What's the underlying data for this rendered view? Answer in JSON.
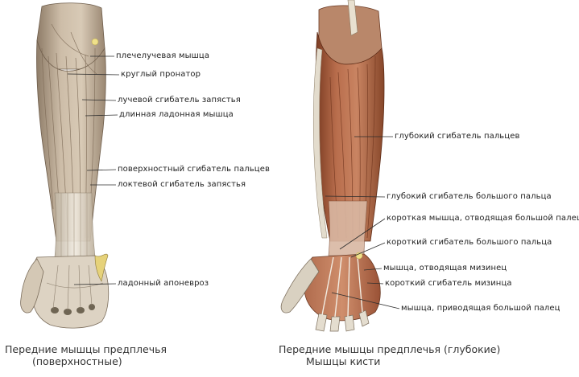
{
  "left_figure": {
    "labels": {
      "brachioradialis": "плечелучевая мышца",
      "pronator_teres": "круглый пронатор",
      "flexor_carpi_radialis": "лучевой сгибатель запястья",
      "palmaris_longus": "длинная ладонная мышца",
      "flexor_digitorum_superficialis": "поверхностный сгибатель пальцев",
      "flexor_carpi_ulnaris": "локтевой сгибатель запястья",
      "palmar_aponeurosis": "ладонный апоневроз"
    },
    "caption_line1": "Передние мышцы предплечья",
    "caption_line2": "(поверхностные)"
  },
  "right_figure": {
    "labels": {
      "flexor_digitorum_profundus": "глубокий сгибатель пальцев",
      "flexor_pollicis_longus": "глубокий сгибатель большого пальца",
      "abductor_pollicis_brevis": "короткая мышца, отводящая большой палец",
      "flexor_pollicis_brevis": "короткий сгибатель большого пальца",
      "abductor_digiti_minimi": "мышца, отводящая мизинец",
      "flexor_digiti_minimi_brevis": "короткий сгибатель мизинца",
      "adductor_pollicis": "мышца, приводящая большой палец"
    },
    "caption_line1": "Передние мышцы предплечья (глубокие)",
    "caption_line2": "Мышцы кисти"
  },
  "colors": {
    "superficial_muscle": "#c9b9a4",
    "superficial_shadow": "#8f7d69",
    "tendon": "#e8e2d6",
    "deep_muscle": "#c07a5a",
    "deep_shadow": "#7e3f26",
    "bone": "#e9e3d5",
    "leader_line": "#333333"
  }
}
